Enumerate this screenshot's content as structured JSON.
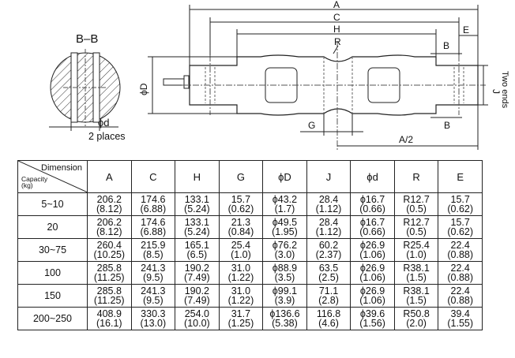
{
  "drawing": {
    "section_label": "B–B",
    "hole_label": "ϕd",
    "places_label": "2 places",
    "dim_A": "A",
    "dim_C": "C",
    "dim_H": "H",
    "dim_R": "R",
    "dim_E": "E",
    "dim_B_top": "B",
    "dim_B_bottom": "B",
    "dim_G": "G",
    "dim_D": "ϕD",
    "dim_J": "J",
    "two_ends": "Two ends",
    "dim_A_half": "A/2"
  },
  "table": {
    "corner_dimension": "Dimension",
    "corner_capacity_1": "Capacity",
    "corner_capacity_2": "(kg)",
    "headers": [
      "A",
      "C",
      "H",
      "G",
      "ϕD",
      "J",
      "ϕd",
      "R",
      "E"
    ],
    "rows": [
      {
        "capacity": "5~10",
        "cells": [
          [
            "206.2",
            "(8.12)"
          ],
          [
            "174.6",
            "(6.88)"
          ],
          [
            "133.1",
            "(5.24)"
          ],
          [
            "15.7",
            "(0.62)"
          ],
          [
            "ϕ43.2",
            "(1.7)"
          ],
          [
            "28.4",
            "(1.12)"
          ],
          [
            "ϕ16.7",
            "(0.66)"
          ],
          [
            "R12.7",
            "(0.5)"
          ],
          [
            "15.7",
            "(0.62)"
          ]
        ]
      },
      {
        "capacity": "20",
        "cells": [
          [
            "206.2",
            "(8.12)"
          ],
          [
            "174.6",
            "(6.88)"
          ],
          [
            "133.1",
            "(5.24)"
          ],
          [
            "21.3",
            "(0.84)"
          ],
          [
            "ϕ49.5",
            "(1.95)"
          ],
          [
            "28.4",
            "(1.12)"
          ],
          [
            "ϕ16.7",
            "(0.66)"
          ],
          [
            "R12.7",
            "(0.5)"
          ],
          [
            "15.7",
            "(0.62)"
          ]
        ]
      },
      {
        "capacity": "30~75",
        "cells": [
          [
            "260.4",
            "(10.25)"
          ],
          [
            "215.9",
            "(8.5)"
          ],
          [
            "165.1",
            "(6.5)"
          ],
          [
            "25.4",
            "(1.0)"
          ],
          [
            "ϕ76.2",
            "(3.0)"
          ],
          [
            "60.2",
            "(2.37)"
          ],
          [
            "ϕ26.9",
            "(1.06)"
          ],
          [
            "R25.4",
            "(1.0)"
          ],
          [
            "22.4",
            "(0.88)"
          ]
        ]
      },
      {
        "capacity": "100",
        "cells": [
          [
            "285.8",
            "(11.25)"
          ],
          [
            "241.3",
            "(9.5)"
          ],
          [
            "190.2",
            "(7.49)"
          ],
          [
            "31.0",
            "(1.22)"
          ],
          [
            "ϕ88.9",
            "(3.5)"
          ],
          [
            "63.5",
            "(2.5)"
          ],
          [
            "ϕ26.9",
            "(1.06)"
          ],
          [
            "R38.1",
            "(1.5)"
          ],
          [
            "22.4",
            "(0.88)"
          ]
        ]
      },
      {
        "capacity": "150",
        "cells": [
          [
            "285.8",
            "(11.25)"
          ],
          [
            "241.3",
            "(9.5)"
          ],
          [
            "190.2",
            "(7.49)"
          ],
          [
            "31.0",
            "(1.22)"
          ],
          [
            "ϕ99.1",
            "(3.9)"
          ],
          [
            "71.1",
            "(2.8)"
          ],
          [
            "ϕ26.9",
            "(1.06)"
          ],
          [
            "R38.1",
            "(1.5)"
          ],
          [
            "22.4",
            "(0.88)"
          ]
        ]
      },
      {
        "capacity": "200~250",
        "cells": [
          [
            "408.9",
            "(16.1)"
          ],
          [
            "330.3",
            "(13.0)"
          ],
          [
            "254.0",
            "(10.0)"
          ],
          [
            "31.7",
            "(1.25)"
          ],
          [
            "ϕ136.6",
            "(5.38)"
          ],
          [
            "116.8",
            "(4.6)"
          ],
          [
            "ϕ39.6",
            "(1.56)"
          ],
          [
            "R50.8",
            "(2.0)"
          ],
          [
            "39.4",
            "(1.55)"
          ]
        ]
      }
    ]
  }
}
